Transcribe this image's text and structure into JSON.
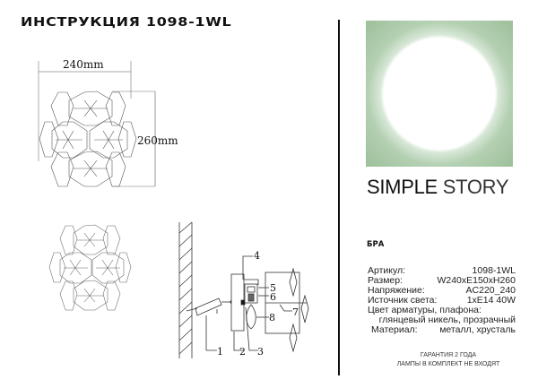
{
  "header": {
    "title": "ИНСТРУКЦИЯ 1098-1WL"
  },
  "brand": {
    "name_bold": "SIMPLE",
    "name_light": "STORY",
    "logo_colors": {
      "green": "#9fc29d",
      "circle": "#ffffff"
    }
  },
  "product": {
    "type": "БРА",
    "specs": [
      {
        "label": "Артикул:",
        "value": "1098-1WL"
      },
      {
        "label": "Размер:",
        "value": "W240xE150xH260"
      },
      {
        "label": "Напряжение:",
        "value": "AC220_240"
      },
      {
        "label": "Источник света:",
        "value": "1xE14 40W"
      },
      {
        "label": "Цвет арматуры, плафона:",
        "value": ""
      },
      {
        "label": "",
        "value": "глянцевый никель, прозрачный"
      },
      {
        "label": "Материал:",
        "value": "металл, хрусталь"
      }
    ]
  },
  "footer": {
    "line1": "ГАРАНТИЯ 2 ГОДА",
    "line2": "ЛАМПЫ В КОМПЛЕКТ НЕ ВХОДЯТ"
  },
  "drawing": {
    "width_label": "240mm",
    "height_label": "260mm",
    "callouts": [
      "1",
      "2",
      "3",
      "4",
      "5",
      "6",
      "7",
      "8"
    ]
  }
}
